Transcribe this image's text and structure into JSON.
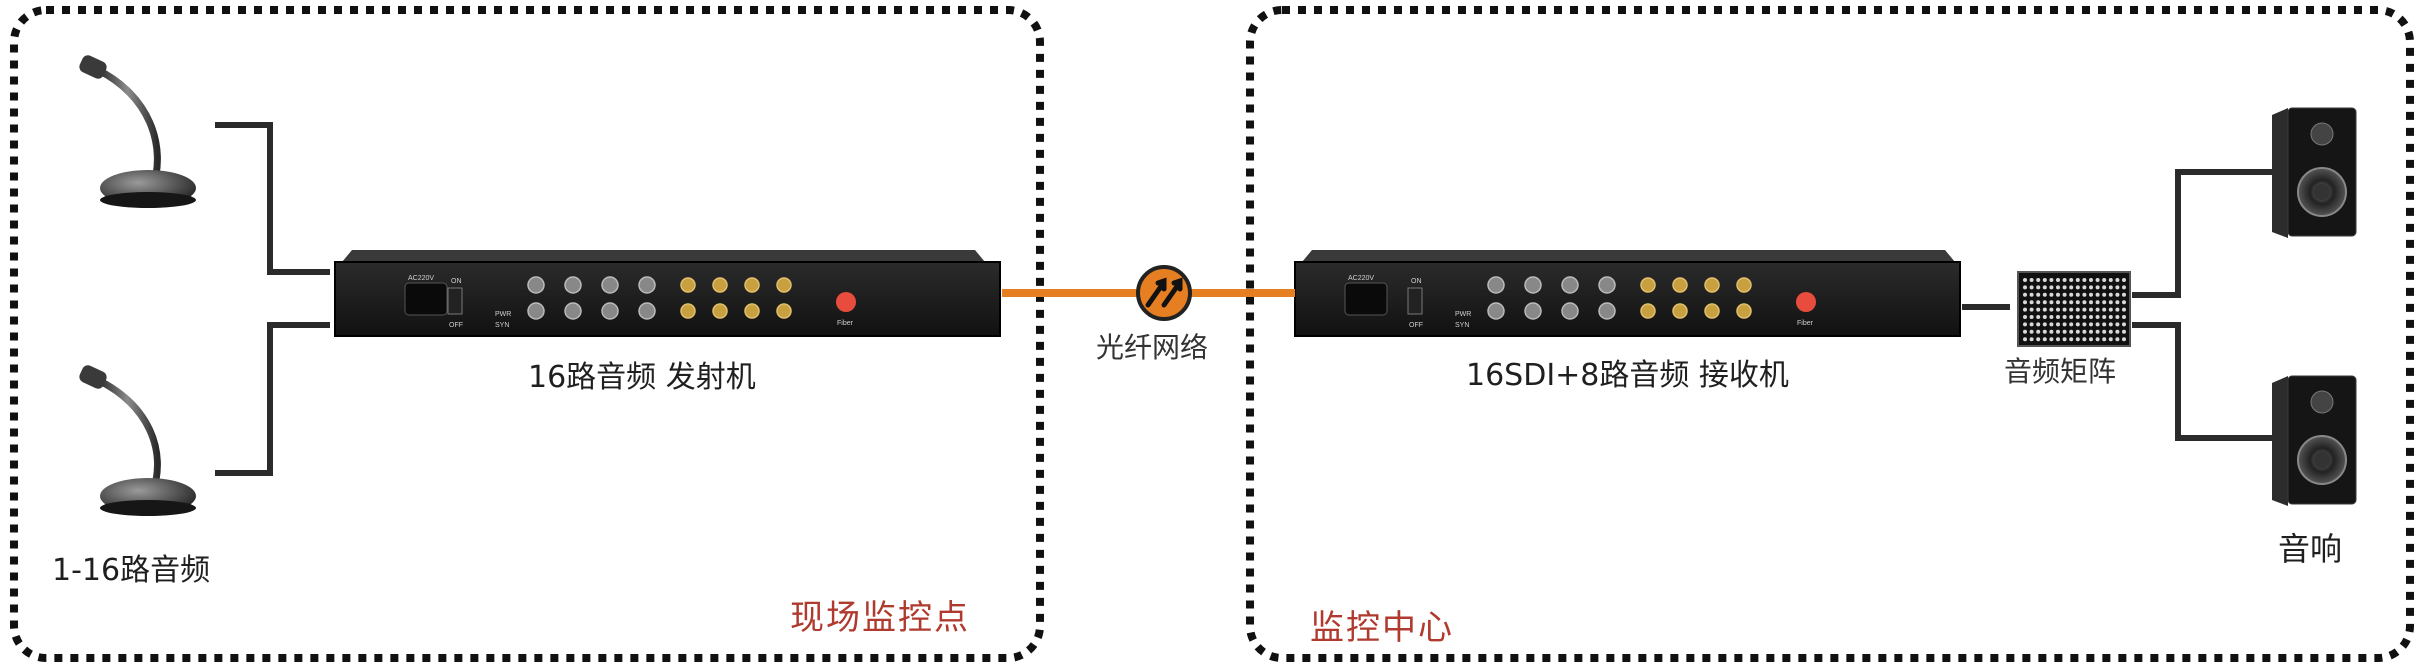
{
  "zones": {
    "left": {
      "label": "现场监控点"
    },
    "right": {
      "label": "监控中心"
    }
  },
  "devices": {
    "sources_label": "1-16路音频",
    "transmitter_label": "16路音频 发射机",
    "network_label": "光纤网络",
    "receiver_label": "16SDI+8路音频 接收机",
    "matrix_label": "音频矩阵",
    "speakers_label": "音响"
  },
  "panel": {
    "power": "AC220V",
    "on": "ON",
    "off": "OFF",
    "pwr": "PWR",
    "sync": "SYN",
    "fiber": "Fiber"
  },
  "colors": {
    "fiber_link": "#e67e22",
    "zone_border": "#111111",
    "zone_text": "#b03a2e"
  }
}
